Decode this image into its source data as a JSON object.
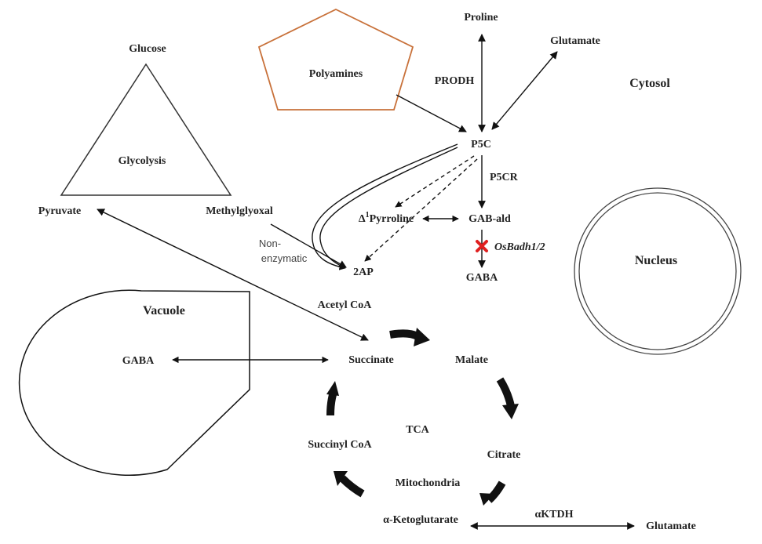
{
  "labels": {
    "proline": "Proline",
    "glutamate_top": "Glutamate",
    "cytosol": "Cytosol",
    "glucose": "Glucose",
    "polyamines": "Polyamines",
    "prodh": "PRODH",
    "p5c": "P5C",
    "p5cr": "P5CR",
    "glycolysis": "Glycolysis",
    "pyruvate": "Pyruvate",
    "methylglyoxal": "Methylglyoxal",
    "delta": "Δ",
    "superscript_one": "1",
    "pyrroline": "Pyrroline",
    "gab_ald": "GAB-ald",
    "osbadh": "OsBadh1/2",
    "non": "Non-",
    "enzymatic": "enzymatic",
    "two_ap": "2AP",
    "gaba_cytosol": "GABA",
    "nucleus": "Nucleus",
    "vacuole": "Vacuole",
    "acetyl_coa": "Acetyl CoA",
    "gaba_vacuole": "GABA",
    "succinate": "Succinate",
    "malate": "Malate",
    "tca": "TCA",
    "succinyl_coa": "Succinyl CoA",
    "citrate": "Citrate",
    "mitochondria": "Mitochondria",
    "aktdh": "αKTDH",
    "a_ketoglutarate": "α-Ketoglutarate",
    "glutamate_bottom": "Glutamate"
  },
  "colors": {
    "polyamines_outline": "#c8713a",
    "blocked_mark": "#e02020",
    "line": "#111111"
  },
  "icons": {
    "blocked": "cross-mark-icon"
  }
}
